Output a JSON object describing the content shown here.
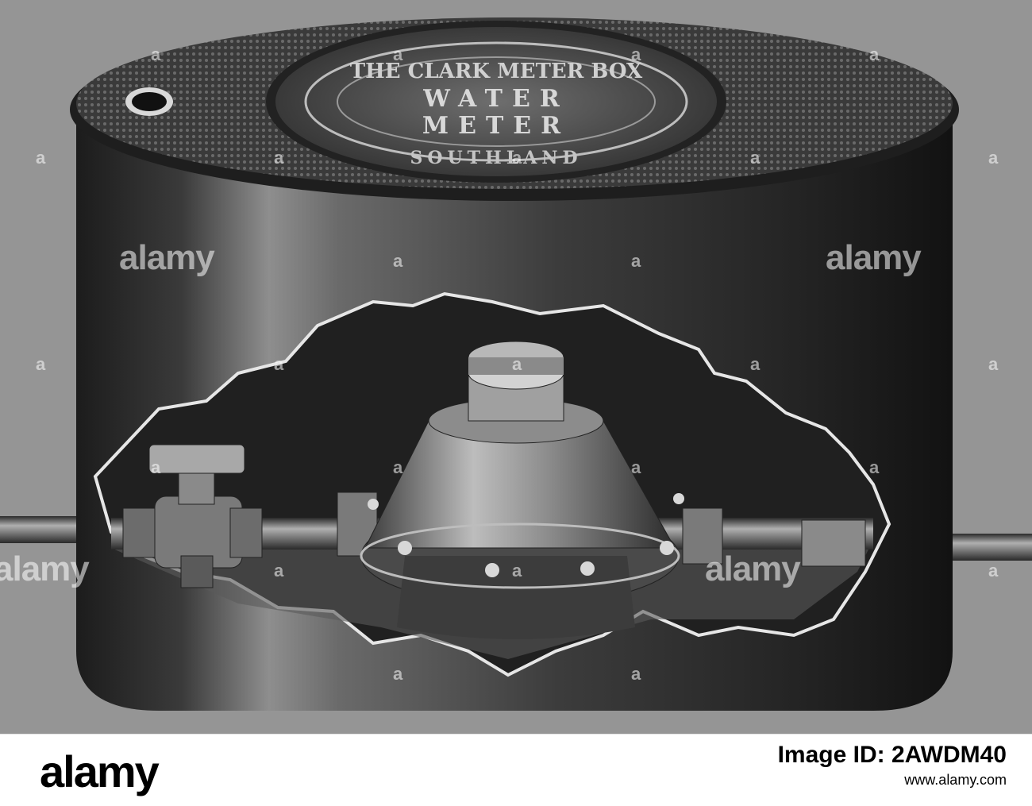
{
  "photo": {
    "lid_inscription": {
      "line1": "THE CLARK METER BOX",
      "line2": "WATER",
      "line3": "METER",
      "line4": "SOUTHLAND"
    },
    "watermarks": {
      "small": "a",
      "large": "alamy"
    }
  },
  "footer": {
    "logo": "alamy",
    "image_id_label": "Image ID: 2AWDM40",
    "url": "www.alamy.com"
  }
}
